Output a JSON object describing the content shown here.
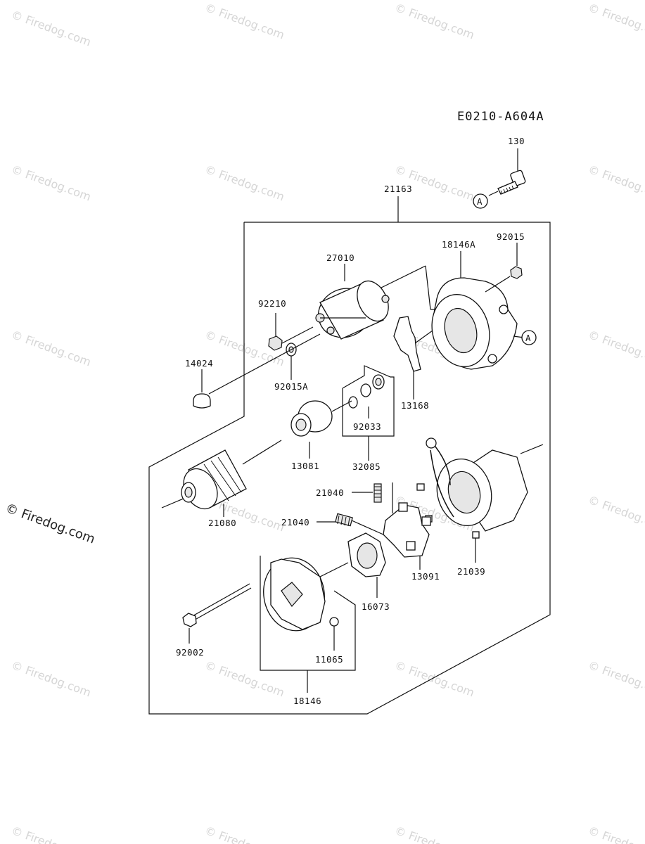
{
  "diagram_code": "E0210-A604A",
  "watermark": "© Firedog.com",
  "side_watermark": "© Firedog.com",
  "ref_marker": "A",
  "parts": {
    "p130": "130",
    "p21163": "21163",
    "p18146A": "18146A",
    "p92015": "92015",
    "p27010": "27010",
    "p92210": "92210",
    "p14024": "14024",
    "p92015A": "92015A",
    "p13168": "13168",
    "p92033": "92033",
    "p13081": "13081",
    "p32085": "32085",
    "p21080": "21080",
    "p21040a": "21040",
    "p21040b": "21040",
    "p13091": "13091",
    "p21039": "21039",
    "p16073": "16073",
    "p92002": "92002",
    "p11065": "11065",
    "p18146": "18146"
  }
}
